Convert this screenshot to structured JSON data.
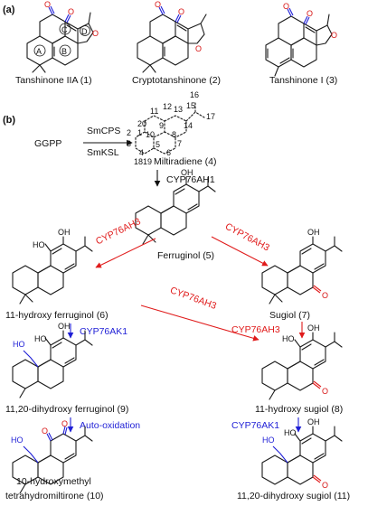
{
  "panels": {
    "a": "(a)",
    "b": "(b)"
  },
  "compounds": {
    "tanshinone_iia": "Tanshinone IIA (1)",
    "cryptotanshinone": "Cryptotanshinone (2)",
    "tanshinone_i": "Tanshinone I (3)",
    "miltiradiene": "Miltiradiene (4)",
    "ferruginol": "Ferruginol (5)",
    "hydroxy_ferruginol": "11-hydroxy ferruginol (6)",
    "sugiol": "Sugiol (7)",
    "hydroxy_sugiol": "11-hydroxy sugiol (8)",
    "dihydroxy_ferruginol": "11,20-dihydroxy ferruginol (9)",
    "hydroxymethyl_line1": "10-hydroxymethyl",
    "hydroxymethyl_line2": "tetrahydromiltirone (10)",
    "dihydroxy_sugiol": "11,20-dihydroxy sugiol (11)"
  },
  "ring_labels": [
    "A",
    "B",
    "C",
    "D"
  ],
  "precursor": "GGPP",
  "enzymes": {
    "smcps": "SmCPS",
    "smksl": "SmKSL",
    "cyp76ah1": "CYP76AH1",
    "cyp76ah3_a": "CYP76AH3",
    "cyp76ah3_b": "CYP76AH3",
    "cyp76ah3_c": "CYP76AH3",
    "cyp76ah3_d": "CYP76AH3",
    "cyp76ak1_a": "CYP76AK1",
    "cyp76ak1_b": "CYP76AK1",
    "auto_oxidation": "Auto-oxidation"
  },
  "atoms": {
    "oxygen": "O",
    "hydroxyl": "OH",
    "hydroxyl_rev": "HO"
  },
  "carbon_numbers": [
    "1",
    "2",
    "3",
    "4",
    "5",
    "6",
    "7",
    "8",
    "9",
    "10",
    "11",
    "12",
    "13",
    "14",
    "15",
    "16",
    "17",
    "18",
    "19",
    "20"
  ],
  "colors": {
    "black": "#111111",
    "red": "#e01b1b",
    "blue": "#1f1fd6"
  }
}
